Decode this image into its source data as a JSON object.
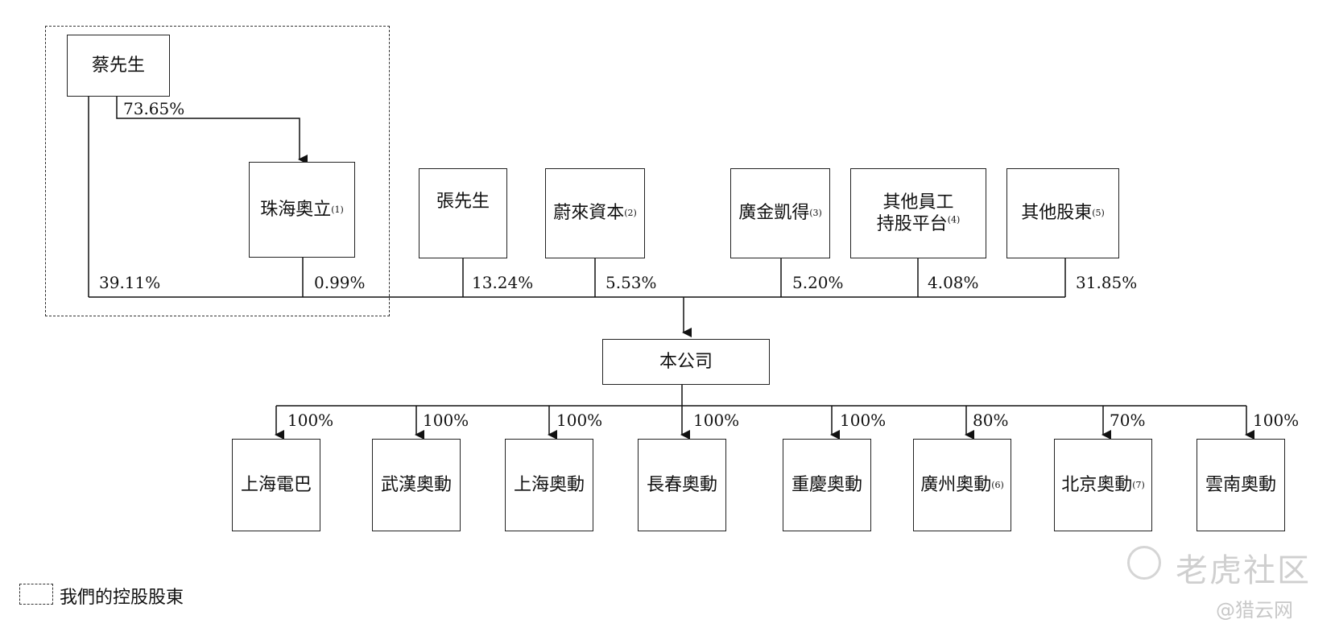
{
  "shareholders": {
    "cai": "蔡先生",
    "zhuhai_aoli": "珠海奧立",
    "zhuhai_aoli_note": "(1)",
    "zhang": "張先生",
    "weilai": "蔚來資本",
    "weilai_note": "(2)",
    "guangjin": "廣金凱得",
    "guangjin_note": "(3)",
    "employees_line1": "其他員工",
    "employees_line2": "持股平台",
    "employees_note": "(4)",
    "others": "其他股東",
    "others_note": "(5)"
  },
  "percentages": {
    "cai_to_zhuhai": "73.65%",
    "cai": "39.11%",
    "zhuhai_aoli": "0.99%",
    "zhang": "13.24%",
    "weilai": "5.53%",
    "guangjin": "5.20%",
    "employees": "4.08%",
    "others": "31.85%"
  },
  "company": "本公司",
  "subsidiaries": [
    {
      "name": "上海電巴",
      "note": "",
      "pct": "100%"
    },
    {
      "name": "武漢奧動",
      "note": "",
      "pct": "100%"
    },
    {
      "name": "上海奧動",
      "note": "",
      "pct": "100%"
    },
    {
      "name": "長春奧動",
      "note": "",
      "pct": "100%"
    },
    {
      "name": "重慶奧動",
      "note": "",
      "pct": "100%"
    },
    {
      "name": "廣州奧動",
      "note": "(6)",
      "pct": "80%"
    },
    {
      "name": "北京奧動",
      "note": "(7)",
      "pct": "70%"
    },
    {
      "name": "雲南奧動",
      "note": "",
      "pct": "100%"
    }
  ],
  "legend": "我們的控股股東",
  "watermark": {
    "main": "老虎社区",
    "sub": "@猎云网"
  }
}
